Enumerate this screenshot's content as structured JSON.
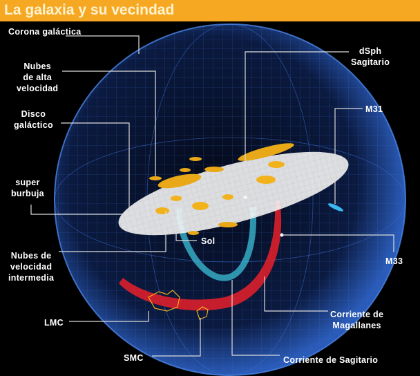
{
  "title": "La galaxia y su vecindad",
  "labels": {
    "corona": "Corona galáctica",
    "hvc": "Nubes\nde alta\nvelocidad",
    "disco": "Disco\ngaláctico",
    "burbuja": "super\nburbuja",
    "ivc": "Nubes de\nvelocidad\nintermedia",
    "sol": "Sol",
    "dsph": "dSph\nSagitario",
    "m31": "M31",
    "m33": "M33",
    "magallanes": "Corriente de\nMagallanes",
    "sagitario": "Corriente de Sagitario",
    "lmc": "LMC",
    "smc": "SMC"
  },
  "colors": {
    "title_bar": "#f7a823",
    "sphere": "#2a5bb8",
    "disc": "#ffffff",
    "clouds": "#f2b21c",
    "sagittarius_stream": "#3cc0d8",
    "magellanic_stream": "#e8202a"
  }
}
